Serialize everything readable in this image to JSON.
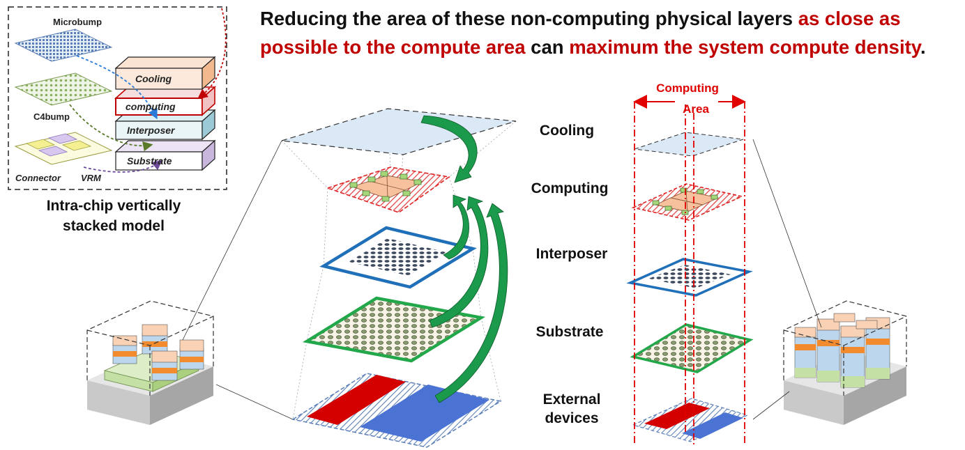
{
  "headline": {
    "part1": "Reducing the area of these non-computing physical layers ",
    "highlight1": "as close as possible to the compute area",
    "part2": " can ",
    "highlight2": "maximum the system compute density",
    "end": "."
  },
  "inset": {
    "caption_line1": "Intra-chip vertically",
    "caption_line2": "stacked model",
    "microbump_label": "Microbump",
    "c4bump_label": "C4bump",
    "connector_label": "Connector",
    "vrm_label": "VRM",
    "stack_labels": [
      "Cooling",
      "computing",
      "Interposer",
      "Substrate"
    ]
  },
  "layer_labels": {
    "cooling": "Cooling",
    "computing": "Computing",
    "interposer": "Interposer",
    "substrate": "Substrate",
    "external_line1": "External",
    "external_line2": "devices"
  },
  "computing_area": {
    "line1": "Computing",
    "line2": "Area"
  },
  "colors": {
    "highlight_red": "#c00000",
    "cooling_blue": "#dbe9f7",
    "computing_orange": "#f8c9a4",
    "interposer_blue": "#1f6fb9",
    "substrate_green": "#22a84a",
    "external_red": "#d40000",
    "external_blue": "#4a73d4",
    "arrow_green": "#1a9a4a"
  }
}
